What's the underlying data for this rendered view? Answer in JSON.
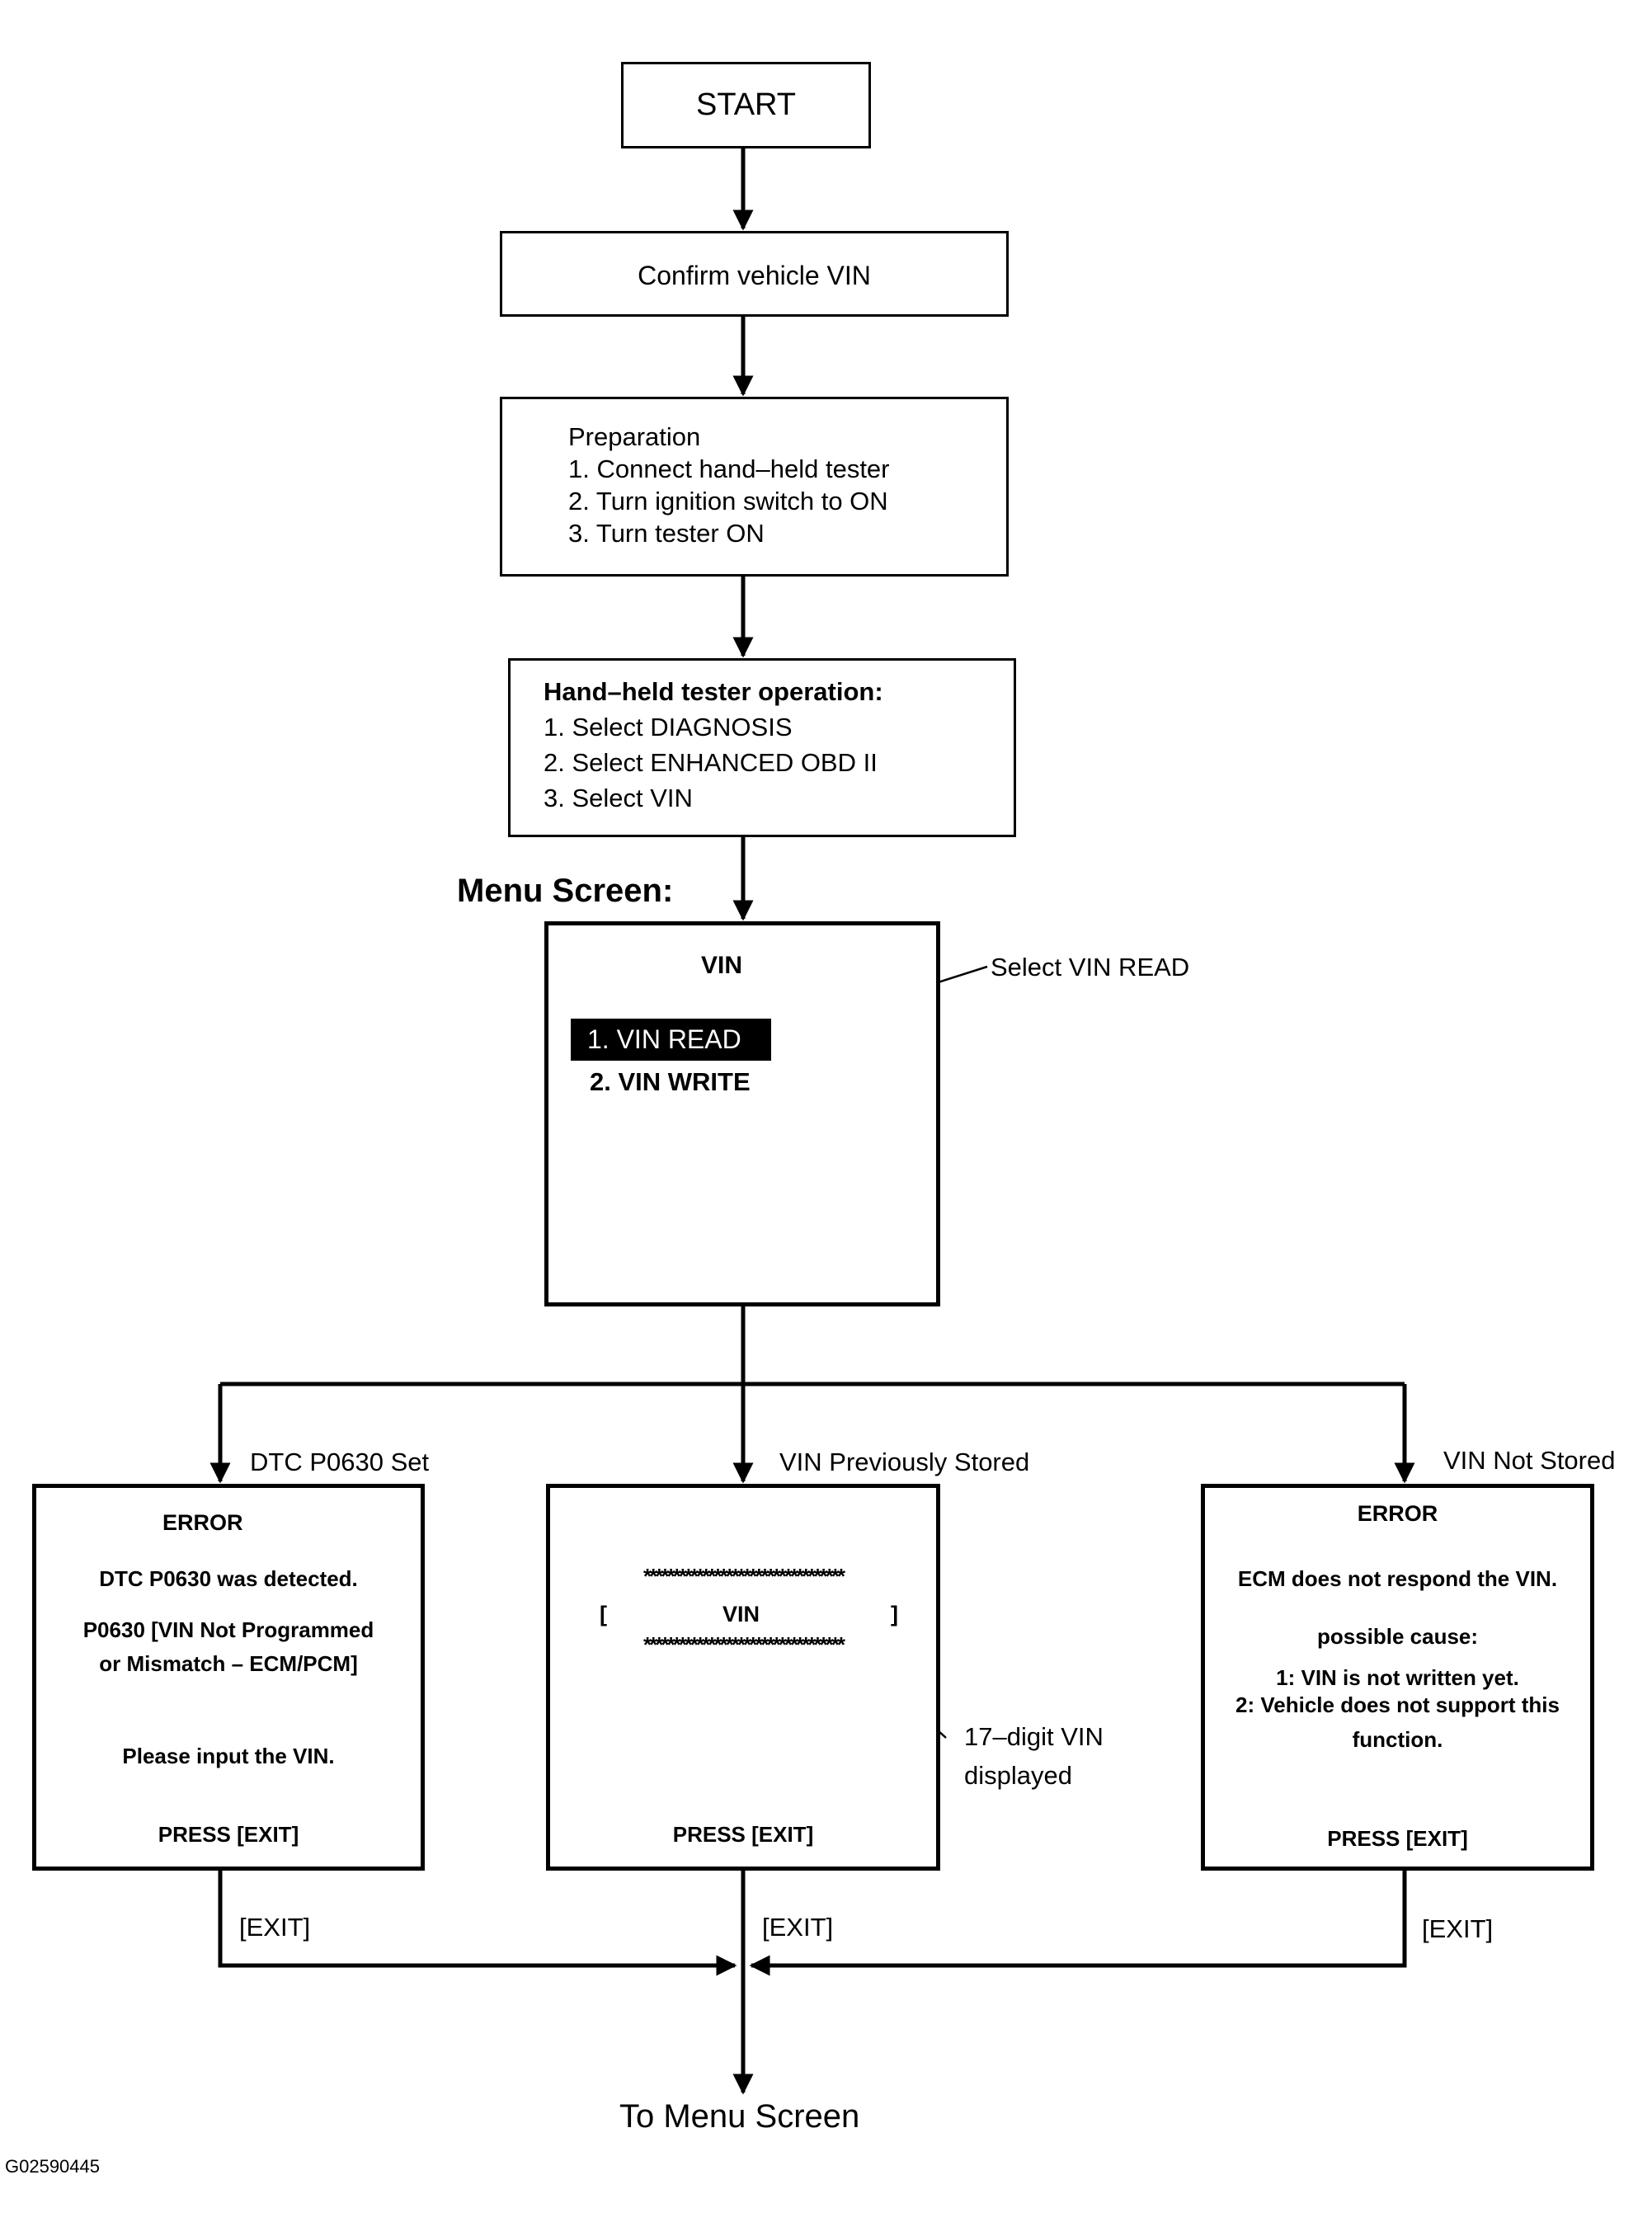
{
  "start": "START",
  "confirm": "Confirm vehicle VIN",
  "preparation": {
    "title": "Preparation",
    "steps": [
      "1. Connect hand–held tester",
      "2. Turn ignition switch to ON",
      "3. Turn tester ON"
    ]
  },
  "operation": {
    "title": "Hand–held tester operation:",
    "steps": [
      "1. Select DIAGNOSIS",
      "2. Select ENHANCED OBD II",
      "3. Select VIN"
    ]
  },
  "menu": {
    "label": "Menu Screen:",
    "title": "VIN",
    "items": [
      "1. VIN READ",
      "2. VIN WRITE"
    ],
    "callout": "Select VIN READ"
  },
  "branches": {
    "left": "DTC P0630 Set",
    "middle": "VIN Previously Stored",
    "right": "VIN Not Stored"
  },
  "screen_left": {
    "title": "ERROR",
    "line1": "DTC P0630 was detected.",
    "line2": "P0630  [VIN Not Programmed",
    "line3": "or Mismatch – ECM/PCM]",
    "line4": "Please input the VIN.",
    "press": "PRESS [EXIT]"
  },
  "screen_middle": {
    "stars": "**********************************",
    "bracket_open": "[",
    "vin": "VIN",
    "bracket_close": "]",
    "press": "PRESS [EXIT]",
    "callout_line1": "17–digit VIN",
    "callout_line2": "displayed"
  },
  "screen_right": {
    "title": "ERROR",
    "line1": "ECM does not respond the VIN.",
    "line2": "possible cause:",
    "line3": "1: VIN is not written yet.",
    "line4": "2: Vehicle does not support this",
    "line5": "function.",
    "press": "PRESS [EXIT]"
  },
  "exit_labels": [
    "[EXIT]",
    "[EXIT]",
    "[EXIT]"
  ],
  "end": "To Menu Screen",
  "figure_code": "G02590445"
}
